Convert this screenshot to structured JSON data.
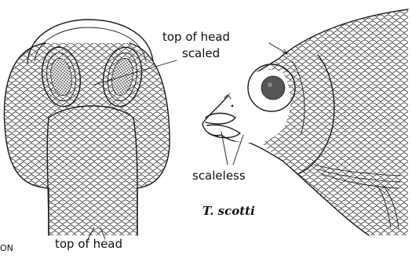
{
  "labels": {
    "top_of_head_scaled_line1": "top of head",
    "top_of_head_scaled_line2": "scaled",
    "scaleless": "scaleless",
    "species": "T. scotti",
    "top_of_head_caption": "top of head",
    "corner_fragment": "ON"
  }
}
